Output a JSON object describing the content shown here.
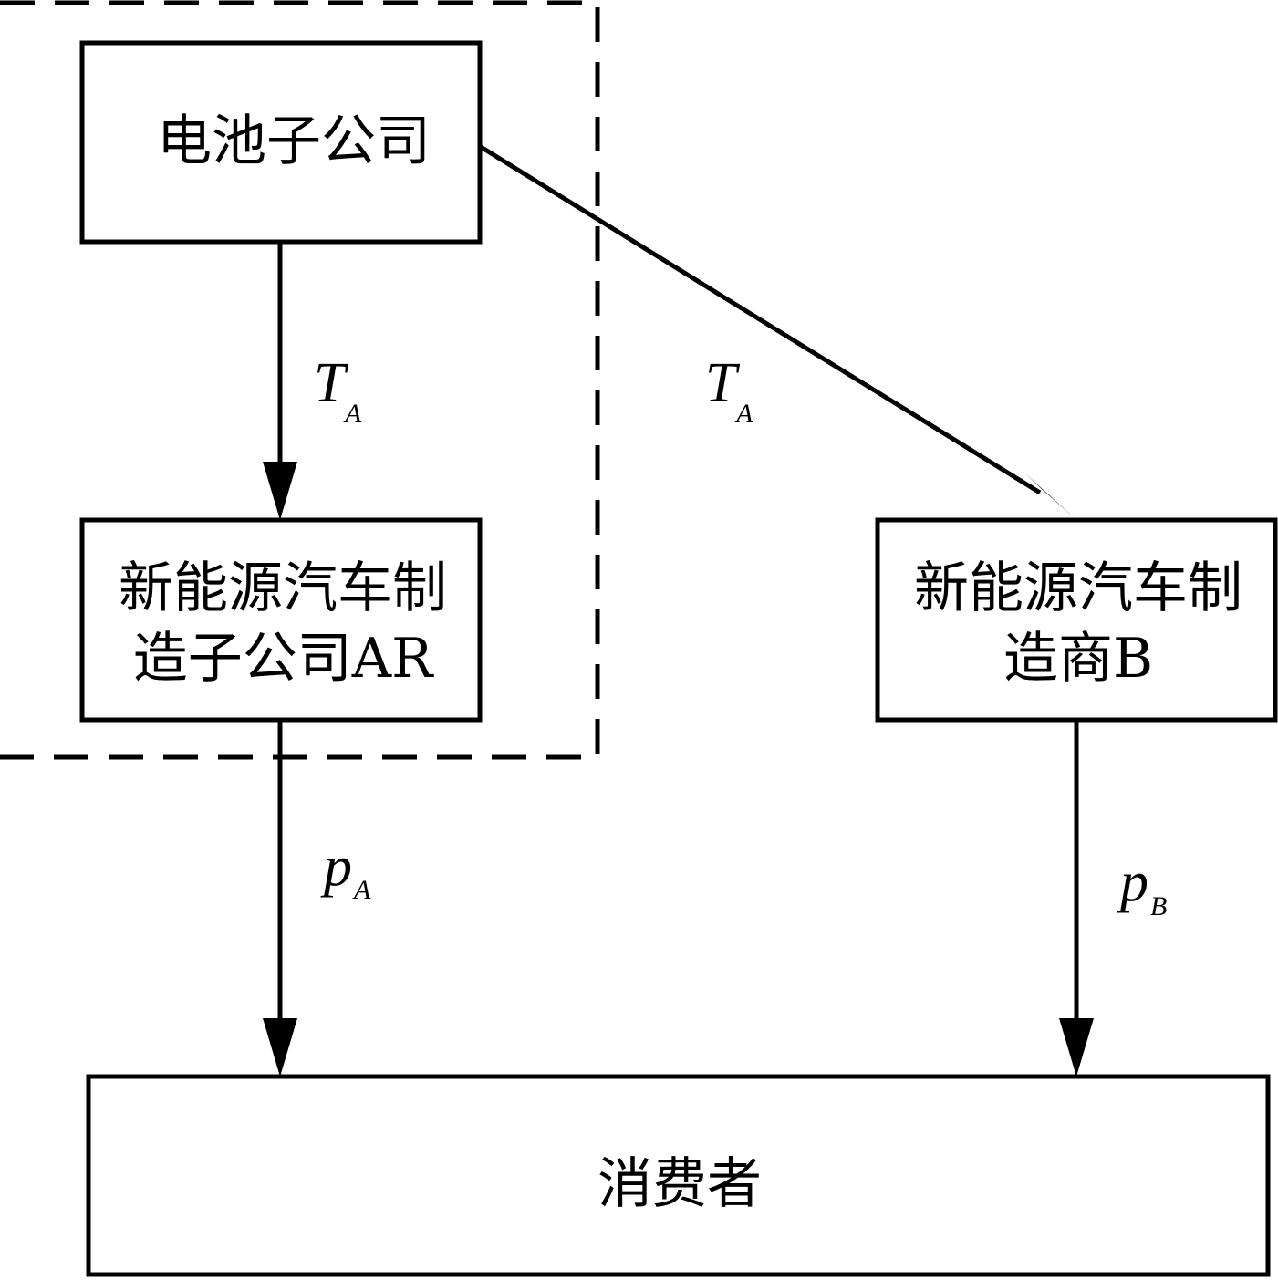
{
  "diagram": {
    "group": {
      "label": ""
    },
    "nodes": {
      "battery": {
        "text": "电池子公司"
      },
      "car_a": {
        "line1": "新能源汽车制",
        "line2": "造子公司AR"
      },
      "car_b": {
        "line1": "新能源汽车制",
        "line2": "造商B"
      },
      "consumer": {
        "text": "消费者"
      }
    },
    "edges": {
      "battery_to_a": {
        "main": "T",
        "sub": "A"
      },
      "battery_to_b": {
        "main": "T",
        "sub": "A"
      },
      "a_to_consumer": {
        "main": "p",
        "sub": "A"
      },
      "b_to_consumer": {
        "main": "p",
        "sub": "B"
      }
    }
  }
}
